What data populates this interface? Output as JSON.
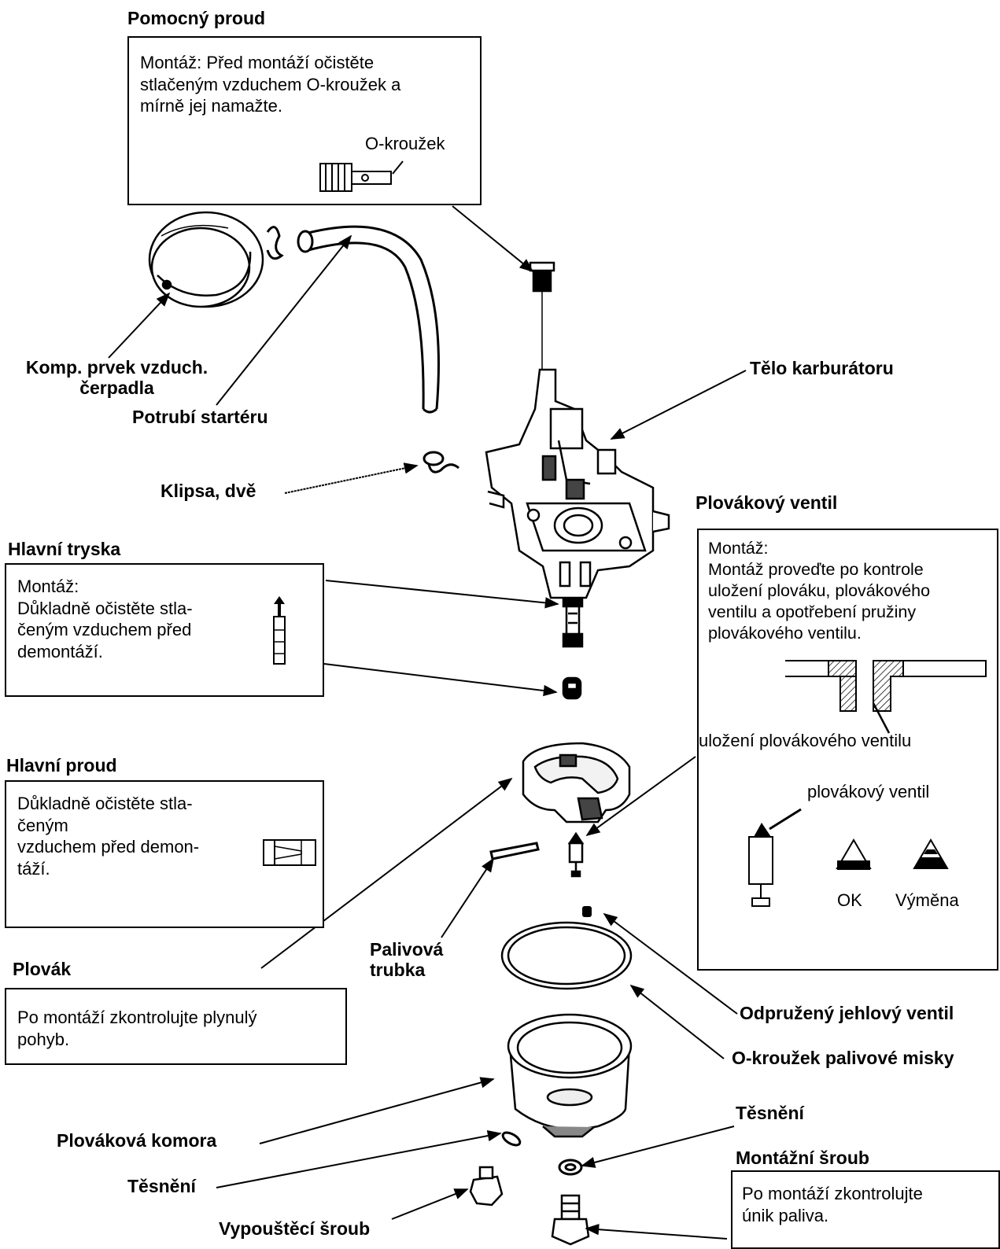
{
  "labels": {
    "pomocny_proud": "Pomocný proud",
    "komp_prvek": "Komp. prvek vzduch.\nčerpadla",
    "potrubi_starteru": "Potrubí startéru",
    "telo_karburatoru": "Tělo karburátoru",
    "klipsa": "Klipsa, dvě",
    "plovakovy_ventil": "Plovákový ventil",
    "hlavni_tryska": "Hlavní tryska",
    "hlavni_proud": "Hlavní proud",
    "plovak": "Plovák",
    "palivova_trubka": "Palivová\ntrubka",
    "odpruzeny_jehlovy": "Odpružený jehlový ventil",
    "o_krouzek_misky": "O-kroužek palivové misky",
    "tesneni_right": "Těsnění",
    "montazni_sroub": "Montážní šroub",
    "plovakova_komora": "Plováková komora",
    "tesneni_left": "Těsnění",
    "vypousteci_sroub": "Vypouštěcí šroub"
  },
  "boxes": {
    "pomocny": {
      "text": "Montáž: Před montáží očistěte\nstlačeným vzduchem O-kroužek a\nmírně jej namažte.",
      "caption": "O-kroužek"
    },
    "plovakovy_ventil": {
      "text": "Montáž:\nMontáž proveďte po kontrole\nuložení plováku, plovákového\nventilu a opotřebení pružiny\nplovákového ventilu.",
      "seat_caption": "uložení plovákového ventilu",
      "valve_caption": "plovákový ventil",
      "ok": "OK",
      "replace": "Výměna"
    },
    "hlavni_tryska": {
      "text": "Montáž:\nDůkladně očistěte stla-\nčeným vzduchem před\ndemontáží."
    },
    "hlavni_proud": {
      "text": "Důkladně očistěte stla-\nčeným\nvzduchem před demon-\ntáží."
    },
    "plovak": {
      "text": "Po montáží zkontrolujte plynulý\npohyb."
    },
    "montazni": {
      "text": "Po montáží zkontrolujte\núnik paliva."
    }
  }
}
